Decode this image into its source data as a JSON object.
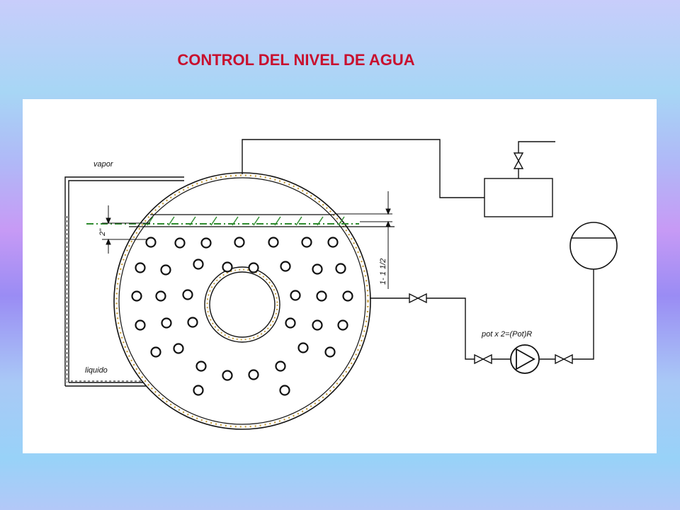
{
  "title": "CONTROL DEL NIVEL DE AGUA",
  "labels": {
    "vapor": "vapor",
    "liquido": "liquido",
    "dimension_2": "2\"",
    "dimension_range": "1- 1 1/2",
    "pump_formula": "pot x 2=(Pot)R"
  },
  "colors": {
    "title": "#c8102e",
    "water_level_line": "#2e8b2e",
    "drum_hatch": "#c8a040",
    "line": "#111111"
  }
}
